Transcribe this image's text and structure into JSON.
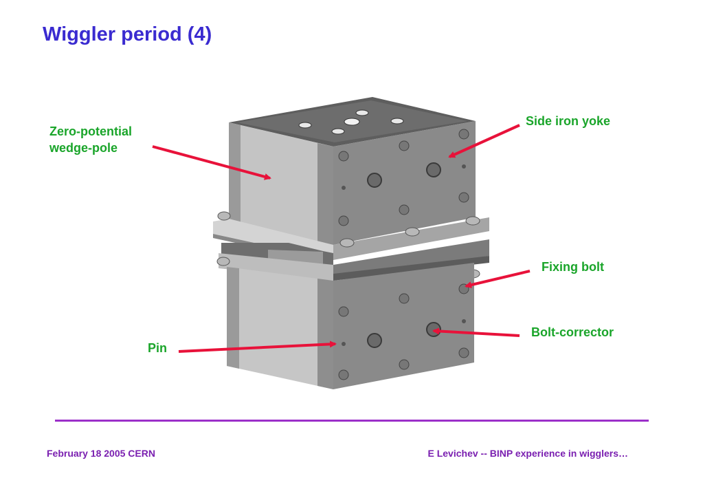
{
  "slide": {
    "title": "Wiggler period (4)"
  },
  "diagram": {
    "labels": {
      "zero_potential_line1": "Zero-potential",
      "zero_potential_line2": "wedge-pole",
      "side_iron_yoke": "Side iron yoke",
      "fixing_bolt": "Fixing bolt",
      "bolt_corrector": "Bolt-corrector",
      "pin": "Pin"
    },
    "colors": {
      "label": "#1aa52a",
      "arrow": "#e8123a",
      "title": "#3a2bd0",
      "footer": "#7a1fb0"
    }
  },
  "footer": {
    "left": "February 18 2005  CERN",
    "right": "E Levichev  -- BINP experience in wigglers…"
  }
}
